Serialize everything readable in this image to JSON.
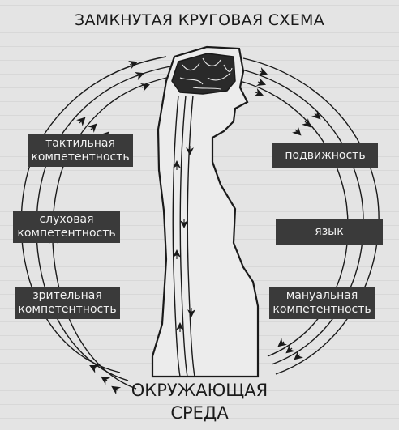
{
  "diagram": {
    "title": "ЗАМКНУТАЯ КРУГОВАЯ СХЕМА",
    "environment": {
      "line1": "ОКРУЖАЮЩАЯ",
      "line2": "СРЕДА"
    },
    "left_boxes": [
      {
        "line1": "тактильная",
        "line2": "компетентность"
      },
      {
        "line1": "слуховая",
        "line2": "компетентность"
      },
      {
        "line1": "зрительная",
        "line2": "компетентность"
      }
    ],
    "right_boxes": [
      {
        "line1": "подвижность",
        "line2": ""
      },
      {
        "line1": "язык",
        "line2": ""
      },
      {
        "line1": "мануальная",
        "line2": "компетентность"
      }
    ],
    "colors": {
      "box_fill": "#3a3a3a",
      "box_text": "#f2f2f2",
      "background": "#e4e4e4",
      "lines": "#1a1a1a"
    },
    "icons": [
      "arrow-icon",
      "human-figure-with-brain"
    ]
  }
}
